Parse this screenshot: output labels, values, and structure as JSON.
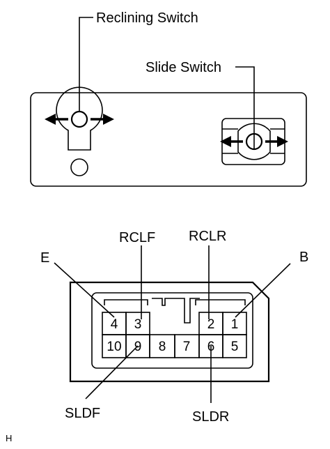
{
  "switch_panel": {
    "reclining_label": "Reclining Switch",
    "slide_label": "Slide Switch"
  },
  "connector": {
    "top_row_pins": [
      "4",
      "3",
      "2",
      "1"
    ],
    "bottom_row_pins": [
      "10",
      "9",
      "8",
      "7",
      "6",
      "5"
    ],
    "callouts": {
      "e": "E",
      "rclf": "RCLF",
      "rclr": "RCLR",
      "b": "B",
      "sldf": "SLDF",
      "sldr": "SLDR"
    }
  },
  "corner_mark": "H"
}
